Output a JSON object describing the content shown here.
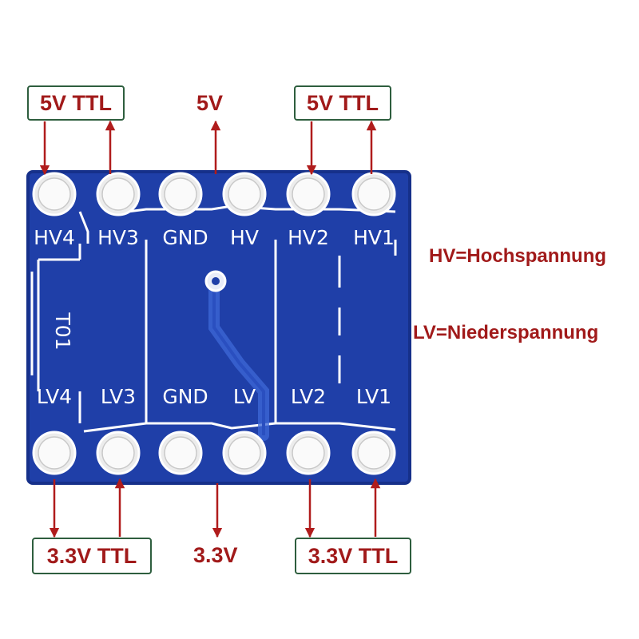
{
  "board": {
    "pcb_color": "#1f3fa8",
    "silk_color": "#ffffff",
    "top_pins": [
      "HV4",
      "HV3",
      "GND",
      "HV",
      "HV2",
      "HV1"
    ],
    "bottom_pins": [
      "LV4",
      "LV3",
      "GND",
      "LV",
      "LV2",
      "LV1"
    ],
    "side_text": "T01"
  },
  "labels": {
    "top_left": "5V TTL",
    "top_center": "5V",
    "top_right": "5V TTL",
    "bottom_left": "3.3V TTL",
    "bottom_center": "3.3V",
    "bottom_right": "3.3V TTL"
  },
  "legend": {
    "hv": "HV=Hochspannung",
    "lv": "LV=Niederspannung"
  },
  "colors": {
    "arrow": "#b01c1c",
    "label_text": "#a11a1a",
    "label_border": "#2e5e3e"
  }
}
